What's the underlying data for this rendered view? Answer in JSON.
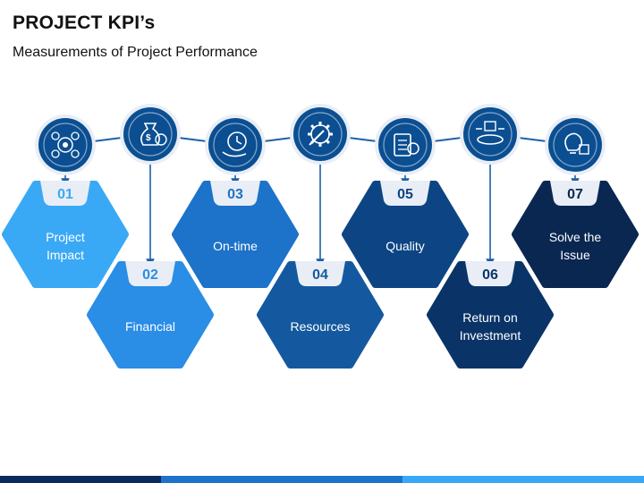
{
  "title": "PROJECT KPI’s",
  "subtitle": "Measurements of Project Performance",
  "items": [
    {
      "number": "01",
      "lines": [
        "Project",
        "Impact"
      ],
      "color": "#3aa9f5",
      "icon": "impact-gears-icon",
      "row": "top"
    },
    {
      "number": "02",
      "lines": [
        "Financial"
      ],
      "color": "#2a8de6",
      "icon": "money-bag-icon",
      "row": "bottom"
    },
    {
      "number": "03",
      "lines": [
        "On-time"
      ],
      "color": "#1d72c9",
      "icon": "clock-hand-icon",
      "row": "top"
    },
    {
      "number": "04",
      "lines": [
        "Resources"
      ],
      "color": "#14599f",
      "icon": "gear-wrench-icon",
      "row": "bottom"
    },
    {
      "number": "05",
      "lines": [
        "Quality"
      ],
      "color": "#0d4584",
      "icon": "clipboard-certificate-icon",
      "row": "top"
    },
    {
      "number": "06",
      "lines": [
        "Return on",
        "Investment"
      ],
      "color": "#0a3468",
      "icon": "roi-coin-icon",
      "row": "bottom"
    },
    {
      "number": "07",
      "lines": [
        "Solve the",
        "Issue"
      ],
      "color": "#0a2751",
      "icon": "bulb-puzzle-icon",
      "row": "top"
    }
  ],
  "footer_colors": [
    "#0a2a5c",
    "#1d72c9",
    "#3aa9f5"
  ]
}
